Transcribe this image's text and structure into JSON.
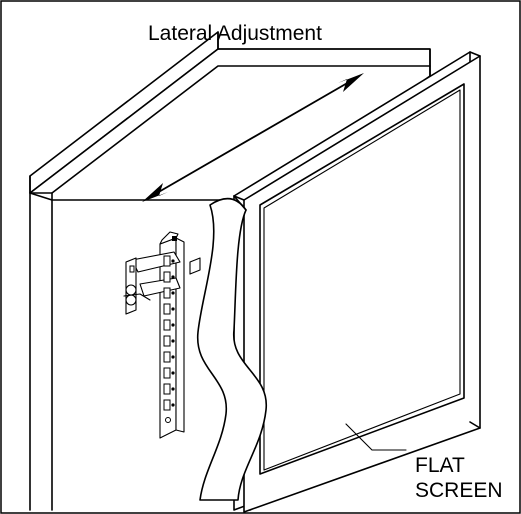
{
  "labels": {
    "top": "Lateral Adjustment",
    "callout_line1": "FLAT",
    "callout_line2": "SCREEN"
  }
}
